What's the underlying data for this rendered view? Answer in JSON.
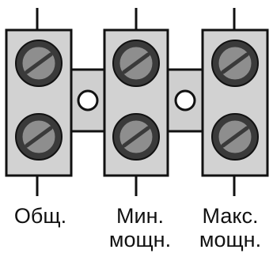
{
  "terminals": [
    {
      "label_lines": [
        "Общ."
      ]
    },
    {
      "label_lines": [
        "Мин.",
        "мощн."
      ]
    },
    {
      "label_lines": [
        "Макс.",
        "мощн."
      ]
    }
  ],
  "colors": {
    "block_fill": "#d2d2d2",
    "block_stroke": "#111111",
    "screw_fill": "#8e8e8e",
    "screw_dark": "#3a3a3a",
    "bridge_fill": "#cfcfcf",
    "hole_fill": "#ffffff"
  }
}
